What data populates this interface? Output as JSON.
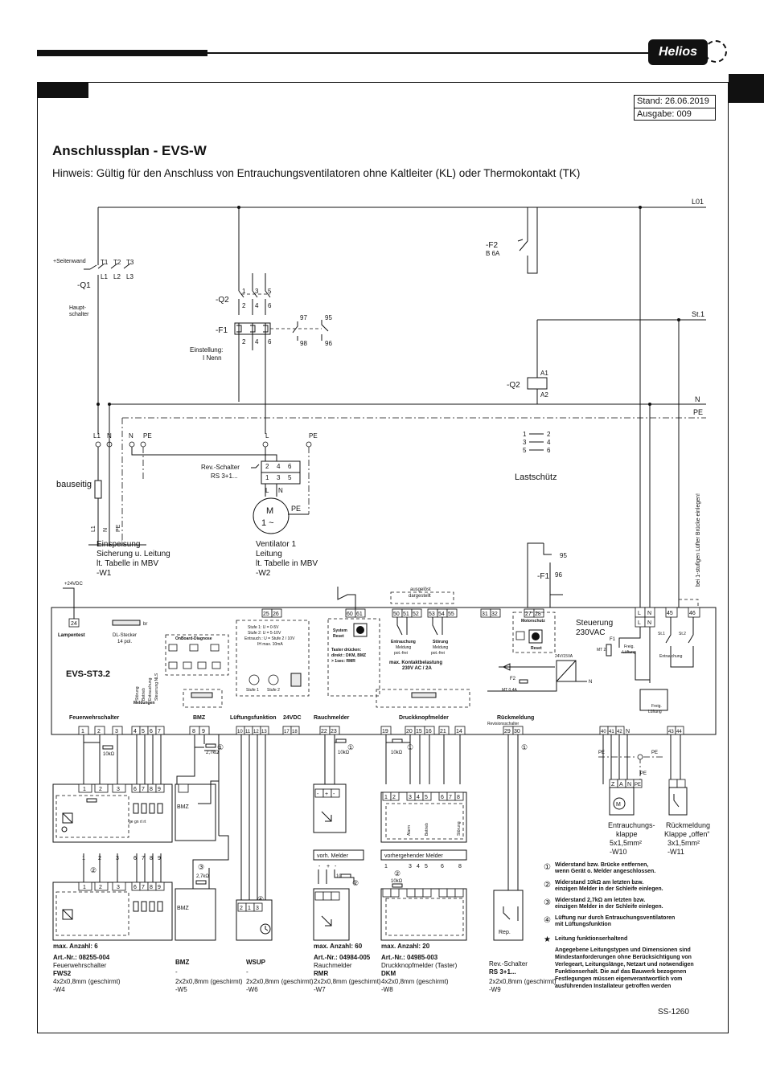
{
  "header": {
    "logo_text": "Helios"
  },
  "stand": {
    "date": "Stand: 26.06.2019",
    "issue": "Ausgabe: 009"
  },
  "title": "Anschlussplan - EVS-W",
  "note": "Hinweis: Gültig für den Anschluss von Entrauchungsventilatoren ohne Kaltleiter (KL) oder Thermokontakt (TK)",
  "rails": {
    "l01": "L01",
    "st1": "St.1",
    "n": "N",
    "pe": "PE"
  },
  "q1": {
    "side": "+Seitenwand",
    "id": "-Q1",
    "hauptschalter": "Haupt-",
    "hauptschalter2": "schalter",
    "t1": "T1",
    "t2": "T2",
    "t3": "T3",
    "l1": "L1",
    "l2": "L2",
    "l3": "L3"
  },
  "f2_top": {
    "id": "-F2",
    "rating": "B 6A"
  },
  "q2_main": {
    "id": "-Q2",
    "c1": "1",
    "c3": "3",
    "c5": "5",
    "c2": "2",
    "c4": "4",
    "c6": "6"
  },
  "f1_main": {
    "id": "-F1",
    "c97": "97",
    "c95": "95",
    "c98": "98",
    "c96": "96",
    "setting": "Einstellung:",
    "setting2": "I Nenn"
  },
  "q2_coil": {
    "id": "-Q2",
    "a1": "A1",
    "a2": "A2"
  },
  "lastschuetz": {
    "label": "Lastschütz",
    "p1": "1",
    "p2": "2",
    "p3": "3",
    "p4": "4",
    "p5": "5",
    "p6": "6"
  },
  "supply": {
    "bauseitig": "bauseitig",
    "l1": "L1",
    "n": "N",
    "pe": "PE",
    "einspeisung": "Einspeisung",
    "line2": "Sicherung u. Leitung",
    "line3": "lt. Tabelle in MBV",
    "cable": "-W1"
  },
  "fan": {
    "rev": "Rev.-Schalter",
    "rev2": "RS 3+1...",
    "m": "M",
    "phase": "1 ~",
    "l": "L",
    "n": "N",
    "pe": "PE",
    "name": "Ventilator 1",
    "line2": "Leitung",
    "line3": "lt. Tabelle in MBV",
    "cable": "-W2"
  },
  "f1_aux": {
    "id": "-F1",
    "c95": "95",
    "c96": "96"
  },
  "bridge_note": "bei 1-stufigen Lüfter Brücke einlegen!",
  "board": {
    "name": "EVS-ST3.2",
    "v24": "+24VDC",
    "lampentest": "Lampentest",
    "dl": "DL-Stecker",
    "dl2": "14 pol.",
    "br": "br",
    "onboard": "OnBoard-Diagnose",
    "stufe": "Stufe 1: U = 0-5V",
    "stufe2": "Stufe 2: U = 5-10V",
    "stufe3": "Entrauch.: U = Stufe 2 / 10V",
    "stufe4": "IH max. 10mA",
    "stufe1_label": "Stufe 1",
    "stufe2_label": "Stufe 2",
    "system_reset": "System",
    "system_reset2": "Reset",
    "taster": "Taster drücken:",
    "taster2": "direkt : DKM, BMZ",
    "taster3": "> 1sec: RMR",
    "ausgeloest": "ausgelöst",
    "dargestellt": "dargestellt",
    "entrauchung": "Entrauchung",
    "stoerung": "Störung",
    "meldung": "Meldung",
    "potfrei": "pot.-frei",
    "kontakt": "max. Kontaktbelastung",
    "kontakt2": "230V AC / 2A",
    "motorschutz": "Motorschutz",
    "reset": "Reset",
    "steuerung": "Steuerung",
    "steuerung2": "230VAC",
    "f1": "F1",
    "mt2a": "MT 2A",
    "freig": "Freig.",
    "lueftung": "Lüftung",
    "st1": "St.1",
    "st2": "St.2",
    "entrauchung_sw": "Entrauchung",
    "f2": "F2",
    "mt04a": "MT 0,4A",
    "psu": "24V/15VA",
    "n": "N"
  },
  "sections": {
    "feuerwehr": "Feuerwehrschalter",
    "meldungen": "Meldungen",
    "bmz": "BMZ",
    "lueftungsfunktion": "Lüftungsfunktion",
    "v24dc": "24VDC",
    "rauchmelder": "Rauchmelder",
    "druckknopf": "Druckknopfmelder",
    "rueckmeldung": "Rückmeldung",
    "revschalter": "Revisionsschalter"
  },
  "terminals": {
    "t24": "24",
    "t25": "25",
    "t26": "26",
    "t60": "60",
    "t61": "61",
    "t50": "50",
    "t51": "51",
    "t52": "52",
    "t53": "53",
    "t54": "54",
    "t55": "55",
    "t31": "31",
    "t32": "32",
    "t27": "27",
    "t28": "28",
    "tL": "L",
    "tN": "N",
    "t45": "45",
    "t46": "46",
    "t1": "1",
    "t2": "2",
    "t3": "3",
    "t4": "4",
    "t5": "5",
    "t6": "6",
    "t7": "7",
    "t8": "8",
    "t9": "9",
    "t10": "10",
    "t11": "11",
    "t12": "12",
    "t13": "13",
    "t17": "17",
    "t18": "18",
    "t22": "22",
    "t23": "23",
    "t19": "19",
    "t20": "20",
    "t15": "15",
    "t16": "16",
    "t21": "21",
    "t14": "14",
    "t29": "29",
    "t30": "30",
    "t40": "40",
    "t41": "41",
    "t42": "42",
    "t43": "43",
    "t44": "44"
  },
  "resistors": {
    "r10k": "10kΩ",
    "r27k": "2,7kΩ"
  },
  "devices": {
    "fws2_max": "max. Anzahl: 6",
    "fws2_art": "Art.-Nr.: 08255-004",
    "fws2_name": "Feuerwehrschalter",
    "fws2_id": "FWS2",
    "fws2_cable": "4x2x0,8mm (geschirmt)",
    "fws2_w": "-W4",
    "bmz_name": "BMZ",
    "bmz_dash": "-",
    "bmz_cable": "2x2x0,8mm (geschirmt)",
    "bmz_w": "-W5",
    "wsup_name": "WSUP",
    "wsup_dash": "-",
    "wsup_cable": "2x2x0,8mm (geschirmt)",
    "wsup_w": "-W6",
    "rmr_max": "max. Anzahl: 60",
    "rmr_art": "Art.-Nr.: 04984-005",
    "rmr_name": "Rauchmelder",
    "rmr_id": "RMR",
    "rmr_cable": "2x2x0,8mm (geschirmt)",
    "rmr_w": "-W7",
    "dkm_max": "max. Anzahl: 20",
    "dkm_art": "Art.-Nr.: 04985-003",
    "dkm_name": "Druckknopfmelder (Taster)",
    "dkm_id": "DKM",
    "dkm_cable": "4x2x0,8mm (geschirmt)",
    "dkm_w": "-W8",
    "rs_name": "Rev.-Schalter",
    "rs_id": "RS 3+1...",
    "rs_cable": "2x2x0,8mm (geschirmt)",
    "rs_w": "-W9",
    "rep": "Rep.",
    "vorh_melder": "vorh. Melder",
    "vorh_dkm": "vorhergehender Melder",
    "klappe": "Entrauchungs-",
    "klappe2": "klappe",
    "klappe3": "5x1,5mm²",
    "klappe_w": "-W10",
    "rueck": "Rückmeldung",
    "rueck2": "Klappe „offen“",
    "rueck3": "3x1,5mm²",
    "rueck_w": "-W11"
  },
  "notes": {
    "n1": "Widerstand bzw. Brücke entfernen,",
    "n1b": "wenn Gerät o. Melder angeschlossen.",
    "n2": "Widerstand 10kΩ am letzten bzw.",
    "n2b": "einzigen Melder in der Schleife einlegen.",
    "n3": "Widerstand 2,7kΩ am letzten bzw.",
    "n3b": "einzigen Melder in der Schleife einlegen.",
    "n4": "Lüftung nur durch Entrauchungsventilatoren",
    "n4b": "mit Lüftungsfunktion",
    "n5": "Leitung funktionserhaltend",
    "n6": "Angegebene Leitungstypen und Dimensionen sind",
    "n6b": "Mindestanforderungen ohne Berücksichtigung von",
    "n6c": "Verlegeart, Leitungslänge, Netzart und notwendigen",
    "n6d": "Funktionserhalt. Die auf das Bauwerk bezogenen",
    "n6e": "Festlegungen müssen eigenverantwortlich vom",
    "n6f": "ausführenden Installateur getroffen werden"
  },
  "doc_id": "SS-1260"
}
